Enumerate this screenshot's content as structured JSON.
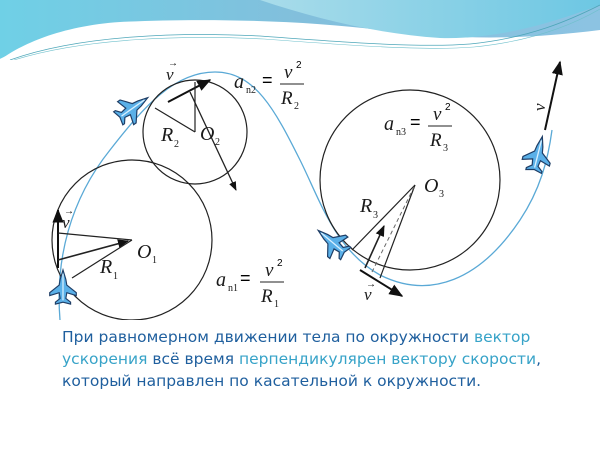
{
  "slide": {
    "theme_colors": {
      "wave_top": "#7fbcd9",
      "wave_accent": "#5fc8de",
      "text_primary": "#1f5f9e",
      "text_highlight": "#37a3c8",
      "trajectory": "#5aa9d6",
      "plane_fill": "#5ab0e8"
    }
  },
  "diagram": {
    "labels": {
      "v_symbol": "v",
      "O1": "O",
      "O1_sub": "1",
      "O2": "O",
      "O2_sub": "2",
      "O3": "O",
      "O3_sub": "3",
      "R1": "R",
      "R1_sub": "1",
      "R2": "R",
      "R2_sub": "2",
      "R3": "R",
      "R3_sub": "3"
    },
    "formulas": [
      {
        "lhs": "a",
        "lhs_sub": "n2",
        "eq": "=",
        "num": "v",
        "num_sup": "2",
        "den": "R",
        "den_sub": "2"
      },
      {
        "lhs": "a",
        "lhs_sub": "n3",
        "eq": "=",
        "num": "v",
        "num_sup": "2",
        "den": "R",
        "den_sub": "3"
      },
      {
        "lhs": "a",
        "lhs_sub": "n1",
        "eq": "=",
        "num": "v",
        "num_sup": "2",
        "den": "R",
        "den_sub": "1"
      }
    ],
    "icons": [
      "jet-plane-icon",
      "velocity-arrow-icon",
      "acceleration-arrow-icon"
    ]
  },
  "caption": {
    "seg1": "При равномерном движении тела по окружности ",
    "seg2": "вектор  ускорения",
    "seg3": " всё время ",
    "seg4": "перпендикулярен вектору скорости",
    "seg5": ", который направлен по касательной к окружности."
  }
}
